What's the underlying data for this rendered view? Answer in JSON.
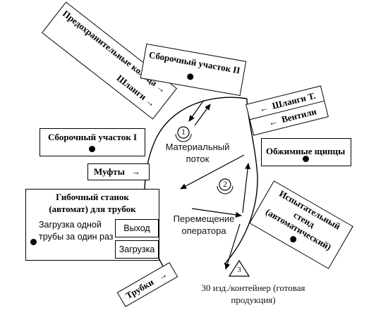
{
  "boxes": {
    "rings_hoses": {
      "line1": "Предохранительные кольца",
      "line1_arrow": "→",
      "line2": "Шланги",
      "line2_arrow": "→"
    },
    "assembly_2": {
      "title": "Сборочный участок II"
    },
    "hoses_valves": {
      "line1": "Шланги Т.",
      "line2": "Вентили",
      "arrow": "←"
    },
    "assembly_1": {
      "title": "Сборочный участок I"
    },
    "crimp_pliers": {
      "title": "Обжимные щипцы"
    },
    "couplings": {
      "title": "Муфты",
      "arrow": "→"
    },
    "bender": {
      "title_line1": "Гибочный станок",
      "title_line2": "(автомат) для трубок",
      "load_text": "Загрузка одной трубы за один раз",
      "exit_label": "Выход",
      "load_label": "Загрузка"
    },
    "test_stand": {
      "line1": "Испытательный",
      "line2": "стенд",
      "line3": "(автоматический)"
    },
    "tubes": {
      "title": "Трубки",
      "arrow": "→"
    }
  },
  "labels": {
    "step1_num": "1",
    "material_flow": "Материальный поток",
    "step2_num": "2",
    "operator_move": "Перемещение оператора",
    "step3_num": "3",
    "output": "30 изд./контейнер (готовая продукция)"
  },
  "colors": {
    "ink": "#000000",
    "background": "#ffffff"
  }
}
